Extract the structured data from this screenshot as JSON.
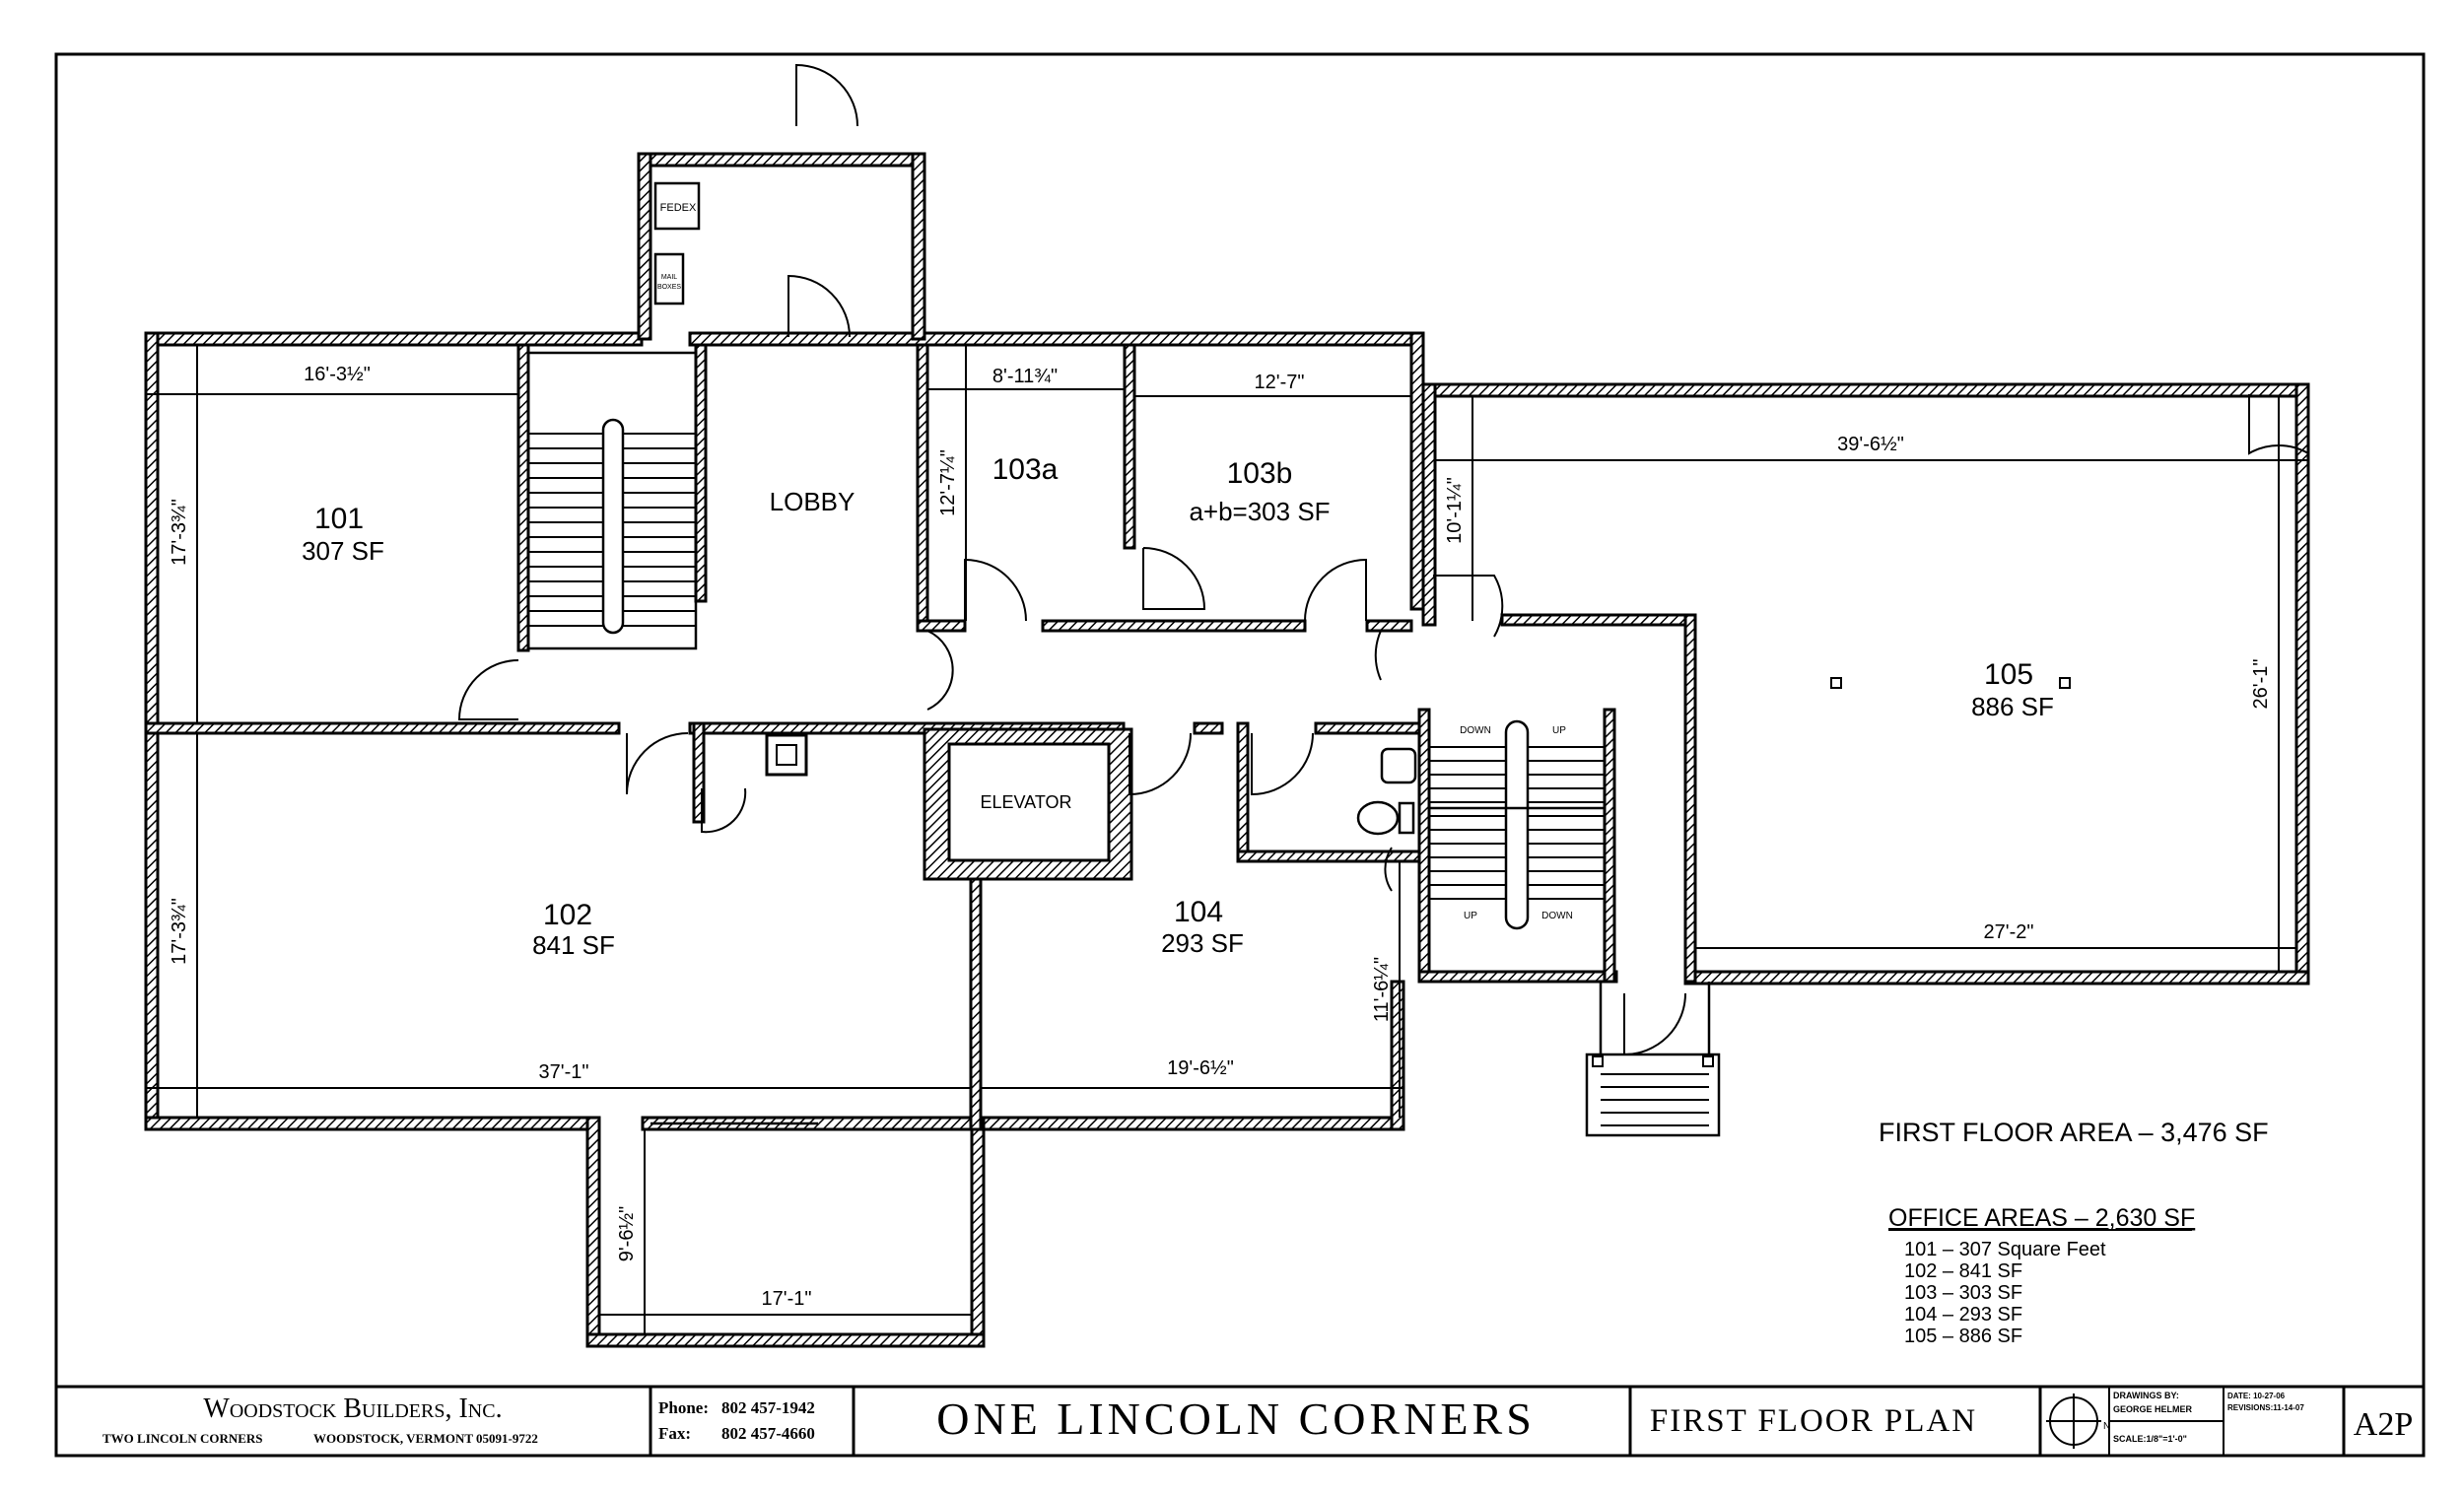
{
  "rooms": {
    "r101": {
      "num": "101",
      "area": "307 SF"
    },
    "r102": {
      "num": "102",
      "area": "841 SF"
    },
    "r103a": {
      "num": "103a"
    },
    "r103b": {
      "num": "103b",
      "area": "a+b=303 SF"
    },
    "r104": {
      "num": "104",
      "area": "293 SF"
    },
    "r105": {
      "num": "105",
      "area": "886 SF"
    },
    "lobby": "LOBBY",
    "elevator": "ELEVATOR",
    "fedex": "FEDEX",
    "mail": [
      "MAIL",
      "BOXES"
    ]
  },
  "stairs": {
    "down1": "DOWN",
    "up1": "UP",
    "up2": "UP",
    "down2": "DOWN"
  },
  "dimensions": {
    "d101w": "16'-3½\"",
    "d101h": "17'-3¾\"",
    "d102h": "17'-3¾\"",
    "d103aw": "8'-11¾\"",
    "d103bw": "12'-7\"",
    "d103ah": "12'-7¼\"",
    "d103bh": "10'-1¼\"",
    "d105w": "39'-6½\"",
    "d105h": "26'-1\"",
    "d105b": "27'-2\"",
    "d102w": "37'-1\"",
    "d104w": "19'-6½\"",
    "d104h": "11'-6¼\"",
    "dporchh": "9'-6½\"",
    "dporchw": "17'-1\""
  },
  "summary": {
    "total": "FIRST FLOOR AREA – 3,476 SF",
    "office_title": "OFFICE AREAS – 2,630 SF",
    "lines": [
      "101 – 307 Square Feet",
      "102 – 841 SF",
      "103 – 303 SF",
      "104 – 293 SF",
      "105 – 886 SF"
    ]
  },
  "titleblock": {
    "company": "Woodstock Builders, Inc.",
    "address_left": "TWO LINCOLN CORNERS",
    "address_right": "WOODSTOCK, VERMONT  05091-9722",
    "phone_label": "Phone:",
    "phone": "802 457-1942",
    "fax_label": "Fax:",
    "fax": "802 457-4660",
    "project": "ONE LINCOLN CORNERS",
    "sheet_title": "FIRST FLOOR PLAN",
    "north": "N",
    "drawings_by_label": "DRAWINGS BY:",
    "drawings_by": "GEORGE HELMER",
    "scale": "SCALE:1/8\"=1'-0\"",
    "date": "DATE:     10-27-06",
    "revisions": "REVISIONS:11-14-07",
    "sheet": "A2P"
  }
}
